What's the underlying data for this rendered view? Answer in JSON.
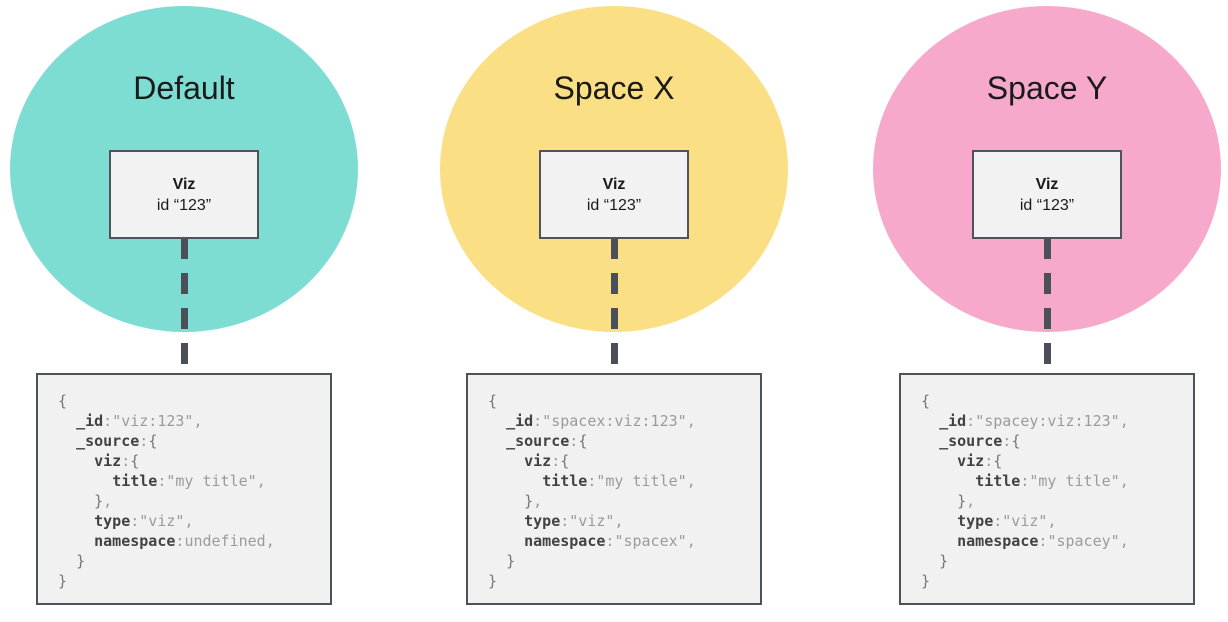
{
  "canvas": {
    "background": "#ffffff"
  },
  "shared": {
    "connector_color": "#4b5058",
    "viz_box_fill": "#f2f2f2",
    "viz_box_border": "#4f545c",
    "code_box_fill": "#f1f1f1",
    "code_box_border": "#4c515a",
    "code_key_color": "#424242",
    "code_value_color": "#9b9b9b",
    "code_brace_color": "#757575"
  },
  "spaces": [
    {
      "title": "Default",
      "circle_color": "#7eddd3",
      "viz_box": {
        "name": "Viz",
        "id_label": "id “123”"
      },
      "code_lines": [
        [
          [
            "b",
            "{"
          ]
        ],
        [
          [
            "t",
            "  "
          ],
          [
            "k",
            "_id"
          ],
          [
            "p",
            ":"
          ],
          [
            "v",
            "\"viz:123\""
          ],
          [
            "p",
            ","
          ]
        ],
        [
          [
            "t",
            "  "
          ],
          [
            "k",
            "_source"
          ],
          [
            "p",
            ":"
          ],
          [
            "b",
            "{"
          ]
        ],
        [
          [
            "t",
            "    "
          ],
          [
            "k",
            "viz"
          ],
          [
            "p",
            ":"
          ],
          [
            "b",
            "{"
          ]
        ],
        [
          [
            "t",
            "      "
          ],
          [
            "k",
            "title"
          ],
          [
            "p",
            ":"
          ],
          [
            "v",
            "\"my title\""
          ],
          [
            "p",
            ","
          ]
        ],
        [
          [
            "t",
            "    "
          ],
          [
            "b",
            "}"
          ],
          [
            "p",
            ","
          ]
        ],
        [
          [
            "t",
            "    "
          ],
          [
            "k",
            "type"
          ],
          [
            "p",
            ":"
          ],
          [
            "v",
            "\"viz\""
          ],
          [
            "p",
            ","
          ]
        ],
        [
          [
            "t",
            "    "
          ],
          [
            "k",
            "namespace"
          ],
          [
            "p",
            ":"
          ],
          [
            "v",
            "undefined"
          ],
          [
            "p",
            ","
          ]
        ],
        [
          [
            "t",
            "  "
          ],
          [
            "b",
            "}"
          ]
        ],
        [
          [
            "b",
            "}"
          ]
        ]
      ]
    },
    {
      "title": "Space X",
      "circle_color": "#fbdf85",
      "viz_box": {
        "name": "Viz",
        "id_label": "id “123”"
      },
      "code_lines": [
        [
          [
            "b",
            "{"
          ]
        ],
        [
          [
            "t",
            "  "
          ],
          [
            "k",
            "_id"
          ],
          [
            "p",
            ":"
          ],
          [
            "v",
            "\"spacex:viz:123\""
          ],
          [
            "p",
            ","
          ]
        ],
        [
          [
            "t",
            "  "
          ],
          [
            "k",
            "_source"
          ],
          [
            "p",
            ":"
          ],
          [
            "b",
            "{"
          ]
        ],
        [
          [
            "t",
            "    "
          ],
          [
            "k",
            "viz"
          ],
          [
            "p",
            ":"
          ],
          [
            "b",
            "{"
          ]
        ],
        [
          [
            "t",
            "      "
          ],
          [
            "k",
            "title"
          ],
          [
            "p",
            ":"
          ],
          [
            "v",
            "\"my title\""
          ],
          [
            "p",
            ","
          ]
        ],
        [
          [
            "t",
            "    "
          ],
          [
            "b",
            "}"
          ],
          [
            "p",
            ","
          ]
        ],
        [
          [
            "t",
            "    "
          ],
          [
            "k",
            "type"
          ],
          [
            "p",
            ":"
          ],
          [
            "v",
            "\"viz\""
          ],
          [
            "p",
            ","
          ]
        ],
        [
          [
            "t",
            "    "
          ],
          [
            "k",
            "namespace"
          ],
          [
            "p",
            ":"
          ],
          [
            "v",
            "\"spacex\""
          ],
          [
            "p",
            ","
          ]
        ],
        [
          [
            "t",
            "  "
          ],
          [
            "b",
            "}"
          ]
        ],
        [
          [
            "b",
            "}"
          ]
        ]
      ]
    },
    {
      "title": "Space Y",
      "circle_color": "#f6a9ca",
      "viz_box": {
        "name": "Viz",
        "id_label": "id “123”"
      },
      "code_lines": [
        [
          [
            "b",
            "{"
          ]
        ],
        [
          [
            "t",
            "  "
          ],
          [
            "k",
            "_id"
          ],
          [
            "p",
            ":"
          ],
          [
            "v",
            "\"spacey:viz:123\""
          ],
          [
            "p",
            ","
          ]
        ],
        [
          [
            "t",
            "  "
          ],
          [
            "k",
            "_source"
          ],
          [
            "p",
            ":"
          ],
          [
            "b",
            "{"
          ]
        ],
        [
          [
            "t",
            "    "
          ],
          [
            "k",
            "viz"
          ],
          [
            "p",
            ":"
          ],
          [
            "b",
            "{"
          ]
        ],
        [
          [
            "t",
            "      "
          ],
          [
            "k",
            "title"
          ],
          [
            "p",
            ":"
          ],
          [
            "v",
            "\"my title\""
          ],
          [
            "p",
            ","
          ]
        ],
        [
          [
            "t",
            "    "
          ],
          [
            "b",
            "}"
          ],
          [
            "p",
            ","
          ]
        ],
        [
          [
            "t",
            "    "
          ],
          [
            "k",
            "type"
          ],
          [
            "p",
            ":"
          ],
          [
            "v",
            "\"viz\""
          ],
          [
            "p",
            ","
          ]
        ],
        [
          [
            "t",
            "    "
          ],
          [
            "k",
            "namespace"
          ],
          [
            "p",
            ":"
          ],
          [
            "v",
            "\"spacey\""
          ],
          [
            "p",
            ","
          ]
        ],
        [
          [
            "t",
            "  "
          ],
          [
            "b",
            "}"
          ]
        ],
        [
          [
            "b",
            "}"
          ]
        ]
      ]
    }
  ]
}
